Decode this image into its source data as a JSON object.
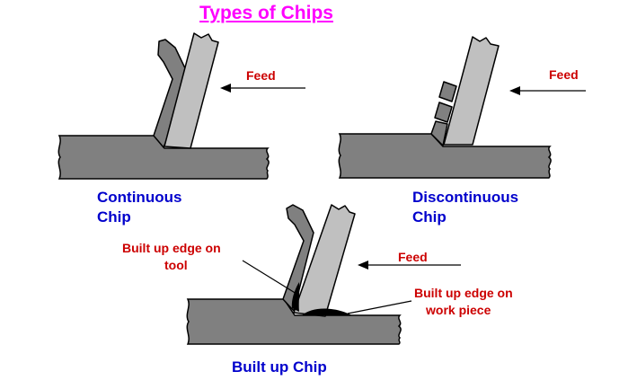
{
  "title": "Types of Chips",
  "colors": {
    "title": "#ff00ff",
    "caption": "#0000cc",
    "annotation": "#cc0000",
    "workpiece": "#808080",
    "tool": "#c0c0c0",
    "chip": "#808080",
    "outline": "#000000"
  },
  "panels": {
    "continuous": {
      "caption_line1": "Continuous",
      "caption_line2": "Chip",
      "feed_label": "Feed"
    },
    "discontinuous": {
      "caption_line1": "Discontinuous",
      "caption_line2": "Chip",
      "feed_label": "Feed"
    },
    "built_up": {
      "caption": "Built up Chip",
      "feed_label": "Feed",
      "tool_edge_line1": "Built up edge on",
      "tool_edge_line2": "tool",
      "workpiece_edge_line1": "Built up edge on",
      "workpiece_edge_line2": "work piece"
    }
  }
}
